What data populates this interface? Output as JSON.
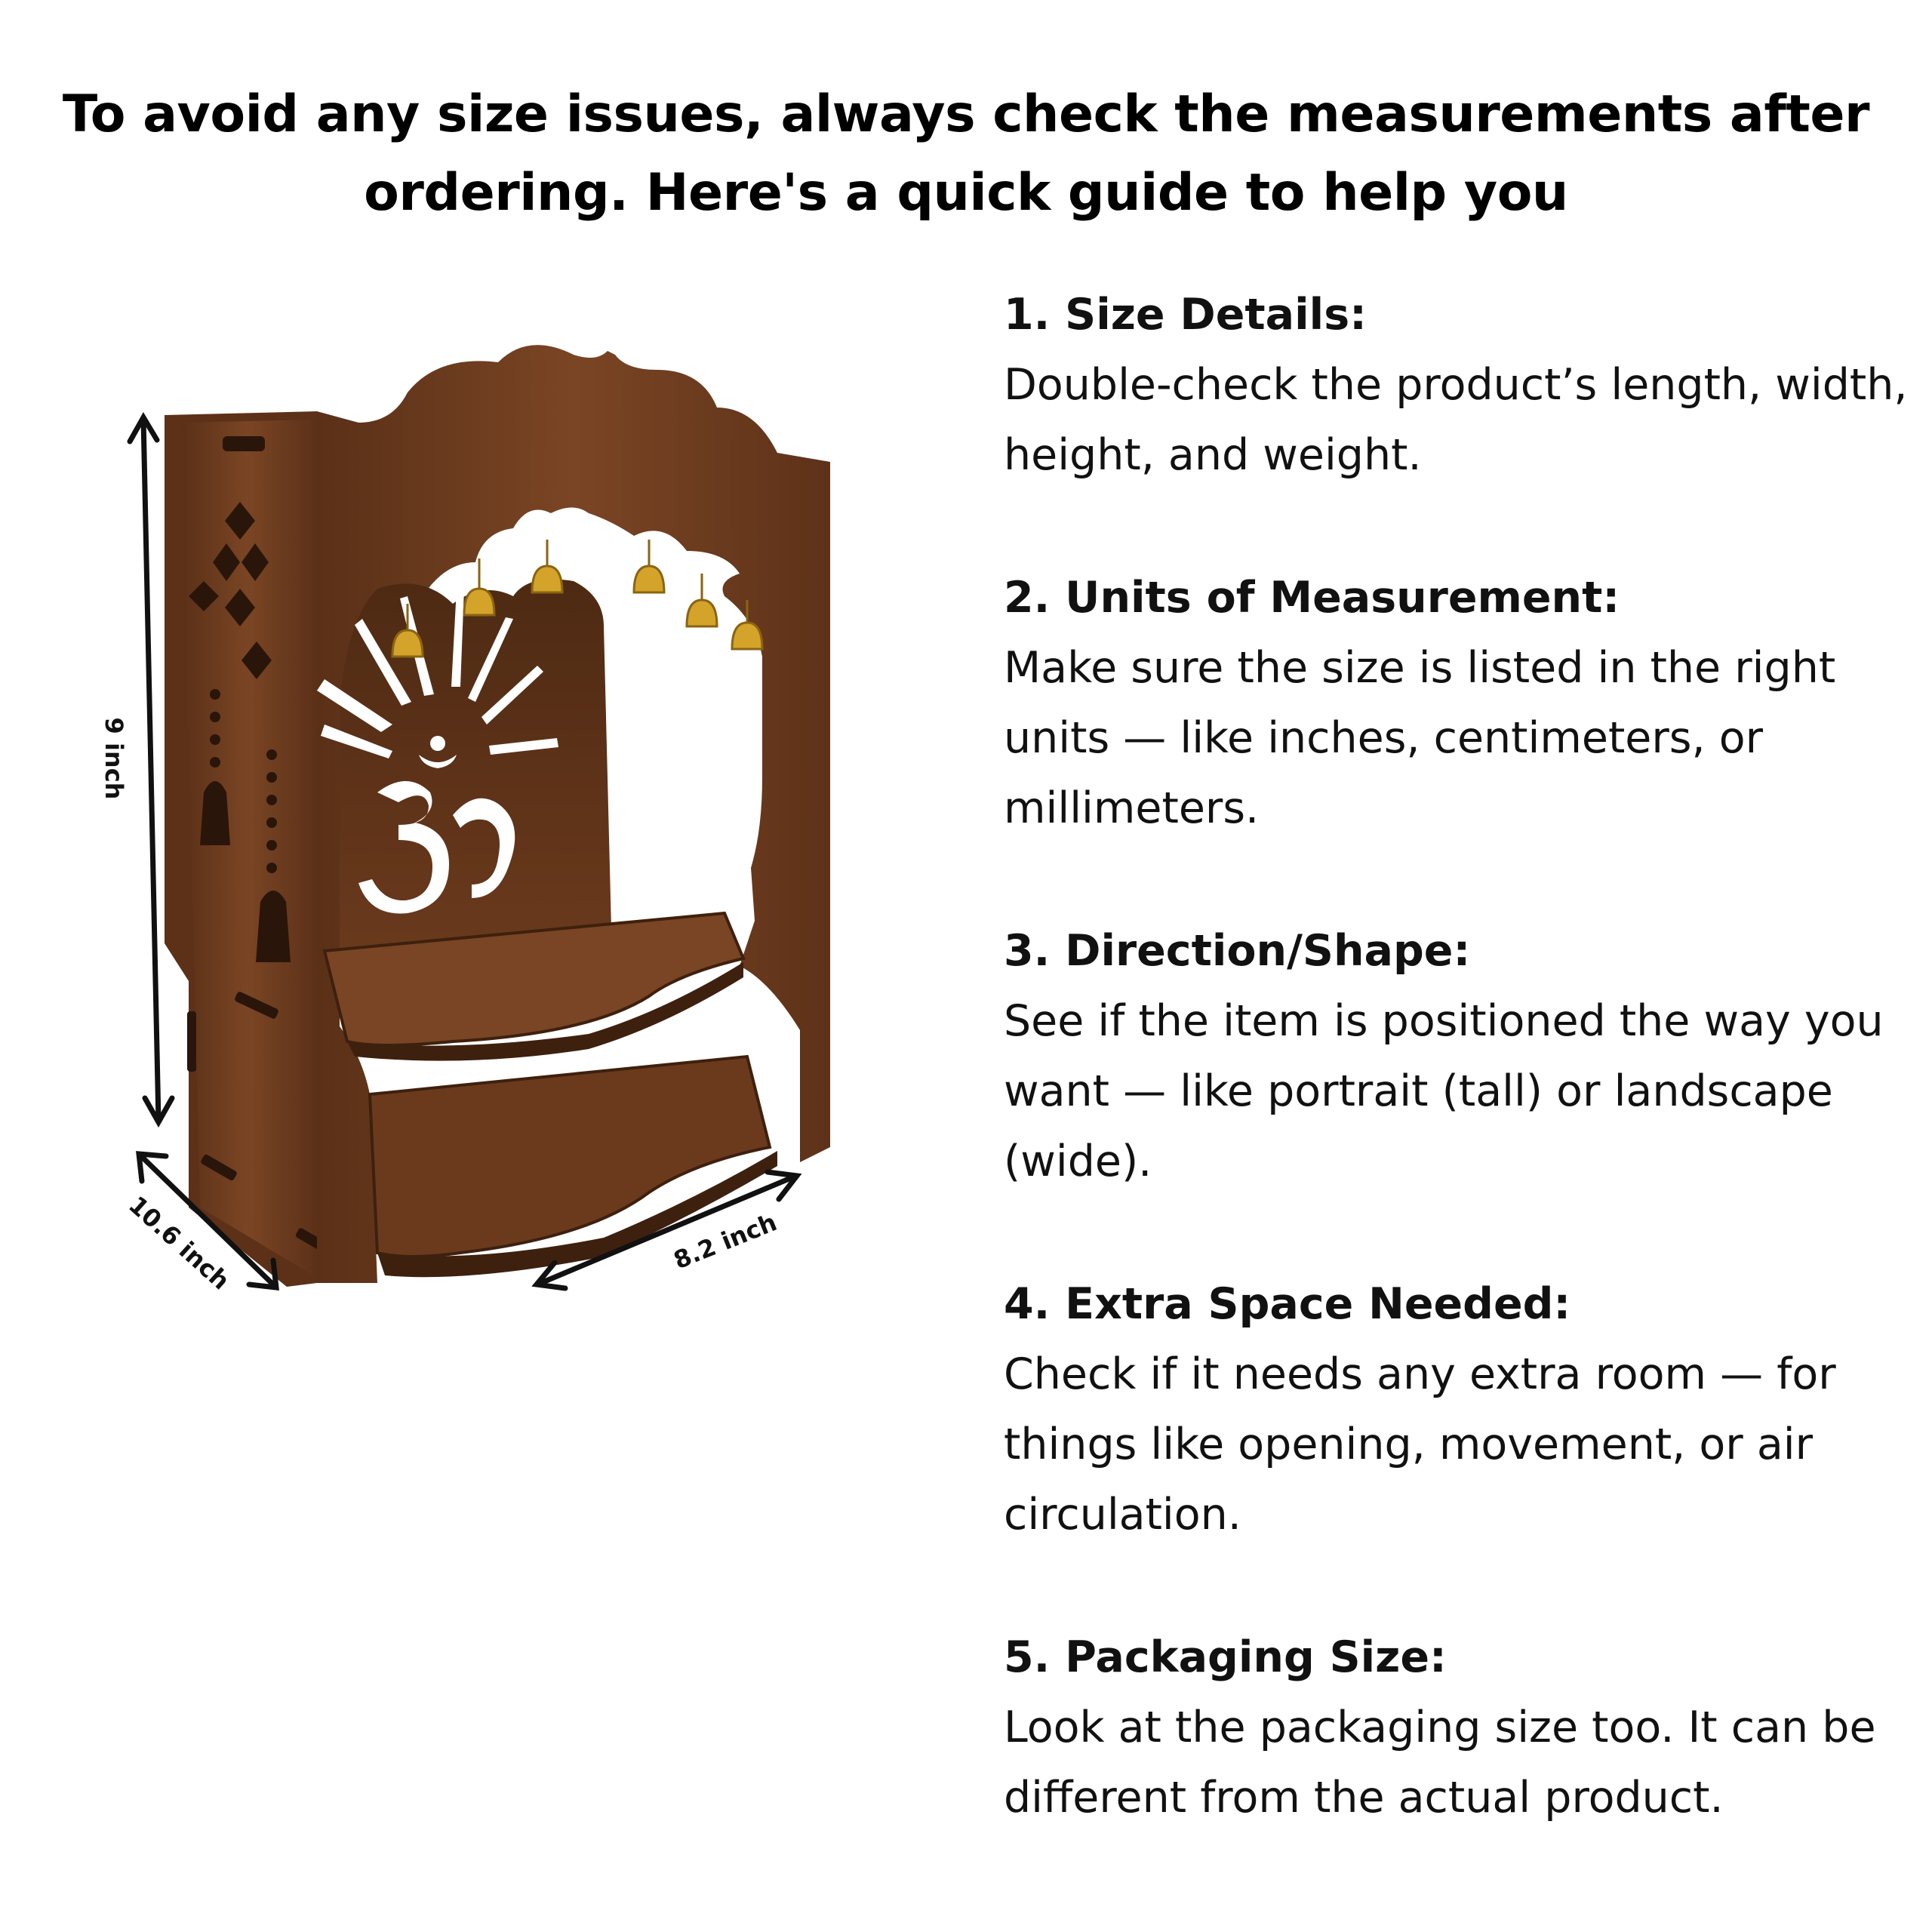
{
  "headline": "To avoid any size issues, always check the measurements after ordering. Here's a quick guide to help you",
  "product_image": {
    "dimension_labels": {
      "height": "9 inch",
      "depth": "10.6 inch",
      "width": "8.2 inch"
    },
    "colors": {
      "wood": "#6e3d1f",
      "wood_dark": "#4b2813",
      "brass": "#d4a32a"
    }
  },
  "guide": [
    {
      "title": "1. Size Details:",
      "text": "Double-check the product’s length, width, height, and weight."
    },
    {
      "title": "2. Units of Measurement:",
      "text": "Make sure the size is listed in the right units — like inches, centimeters, or millimeters."
    },
    {
      "title": "3. Direction/Shape:",
      "text": "See if the item is positioned the way you want — like portrait (tall) or landscape (wide)."
    },
    {
      "title": "4. Extra Space Needed:",
      "text": "Check if it needs any extra room — for things like opening, movement, or air circulation."
    },
    {
      "title": "5. Packaging Size:",
      "text": "Look at the packaging size too. It can be different from the actual product."
    }
  ]
}
